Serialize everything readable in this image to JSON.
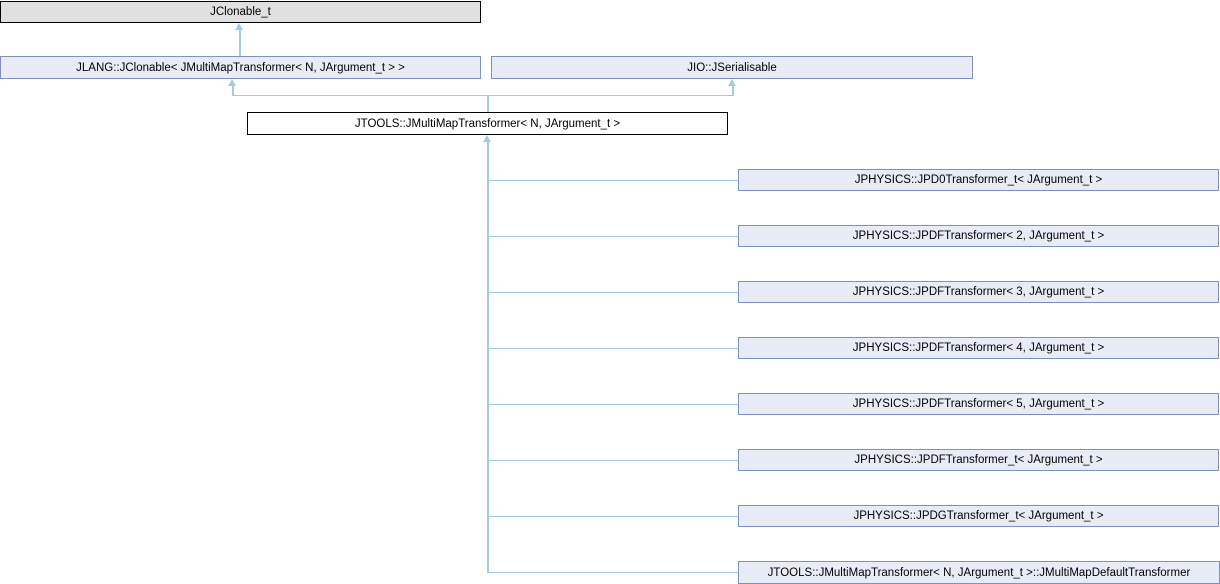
{
  "diagram": {
    "type": "class-inheritance-graph",
    "colors": {
      "background": "#ffffff",
      "linked_node_fill": "#e8ecf7",
      "linked_node_border": "#8090bf",
      "plain_node_fill": "#e0e0e0",
      "plain_node_border": "#000000",
      "current_node_fill": "#ffffff",
      "current_node_border": "#000000",
      "edge_color": "#a5cbe2",
      "text_color": "#000000"
    },
    "nodes": {
      "jclonable_t": {
        "label": "JClonable_t"
      },
      "jlang_jclonable": {
        "label": "JLANG::JClonable< JMultiMapTransformer< N, JArgument_t > >"
      },
      "jio_jserialisable": {
        "label": "JIO::JSerialisable"
      },
      "jtools_jmultimaptransformer": {
        "label": "JTOOLS::JMultiMapTransformer< N, JArgument_t >"
      },
      "jpd0transformer_t": {
        "label": "JPHYSICS::JPD0Transformer_t< JArgument_t >"
      },
      "jpdftransformer_2": {
        "label": "JPHYSICS::JPDFTransformer< 2, JArgument_t >"
      },
      "jpdftransformer_3": {
        "label": "JPHYSICS::JPDFTransformer< 3, JArgument_t >"
      },
      "jpdftransformer_4": {
        "label": "JPHYSICS::JPDFTransformer< 4, JArgument_t >"
      },
      "jpdftransformer_5": {
        "label": "JPHYSICS::JPDFTransformer< 5, JArgument_t >"
      },
      "jpdftransformer_t": {
        "label": "JPHYSICS::JPDFTransformer_t< JArgument_t >"
      },
      "jpdgtransformer_t": {
        "label": "JPHYSICS::JPDGTransformer_t< JArgument_t >"
      },
      "jmultimapdefaulttransformer": {
        "label": "JTOOLS::JMultiMapTransformer< N, JArgument_t >::JMultiMapDefaultTransformer"
      }
    }
  }
}
